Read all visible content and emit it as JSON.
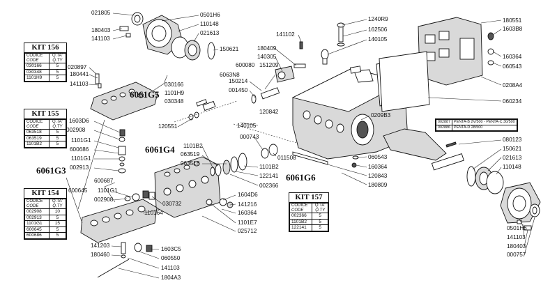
{
  "groups": {
    "g5": "6061G5",
    "g4": "6061G4",
    "g3": "6061G3",
    "g6": "6061G6",
    "n8": "6063N8"
  },
  "parts": {
    "p021805": "021805",
    "p180403a": "180403",
    "p141103a": "141103",
    "p0501H6a": "0501H6",
    "p110148a": "110148",
    "p021613a": "021613",
    "p150621a": "150621",
    "p020897": "020897",
    "p180441": "180441",
    "p141103b": "141103",
    "p030166": "030166",
    "p1101H9": "1101H9",
    "p030348": "030348",
    "p120551": "120551",
    "p1603D6": "1603D6",
    "p002908a": "002908",
    "p1101G1a": "1101G1",
    "p600686": "600686",
    "p1101G1b": "1101G1",
    "p002913": "002913",
    "p600645": "600645",
    "p600687": "600687",
    "p1101G1c": "1101G1",
    "p002908b": "002908",
    "p030732": "030732",
    "p110164": "110164",
    "p1101B2a": "1101B2",
    "p063519": "063519",
    "p063518": "063518",
    "p1101B2b": "1101B2",
    "p122141": "122141",
    "p002366": "002366",
    "p1604D6": "1604D6",
    "p141216": "141216",
    "p160364a": "160364",
    "p1101E7": "1101E7",
    "p025712": "025712",
    "p141203": "141203",
    "p180460": "180460",
    "p1603C5": "1603C5",
    "p060550": "060550",
    "p141103c": "141103",
    "p1804A3": "1804A3",
    "p180409": "180409",
    "p140305": "140305",
    "p600080": "600080",
    "p151209": "151209",
    "p150214": "150214",
    "p001450": "001450",
    "p141102": "141102",
    "p120842": "120842",
    "p140105a": "140105",
    "p000743": "000743",
    "p011508": "011508",
    "p1240R9": "1240R9",
    "p162506": "162506",
    "p140105b": "140105",
    "p020983": "0209B3",
    "p060543a": "060543",
    "p160364b": "160364",
    "p120843": "120843",
    "p180809": "180809",
    "p180551": "180551",
    "p1603B8": "1603B8",
    "p160364c": "160364",
    "p060543b": "060543",
    "p0208A4": "0208A4",
    "p060234": "060234",
    "p080123": "080123",
    "p150621b": "150621",
    "p021613b": "021613",
    "p110148b": "110148",
    "p0501H6b": "0501H6",
    "p141103d": "141103",
    "p180403b": "180403",
    "p000757": "000757"
  },
  "shaft_note": {
    "rows": [
      {
        "code": "002887",
        "desc": "PENTA-B 2V/500 - PENTA-C 30/500"
      },
      {
        "code": "002886",
        "desc": "PENTA-D 28/500"
      }
    ]
  },
  "kits": {
    "headers": {
      "codice": "CODICE",
      "code": "CODE",
      "qta": "Q.TA'",
      "qty": "Q.TY"
    },
    "k156": {
      "title": "KIT 156",
      "rows": [
        {
          "code": "030166",
          "qty": "5"
        },
        {
          "code": "030348",
          "qty": "5"
        },
        {
          "code": "1101H9",
          "qty": "5"
        }
      ]
    },
    "k155": {
      "title": "KIT 155",
      "rows": [
        {
          "code": "063518",
          "qty": "5"
        },
        {
          "code": "063519",
          "qty": "5"
        },
        {
          "code": "1101B2",
          "qty": "5"
        }
      ]
    },
    "k154": {
      "title": "KIT 154",
      "rows": [
        {
          "code": "002908",
          "qty": "10"
        },
        {
          "code": "002913",
          "qty": "5"
        },
        {
          "code": "1101G1",
          "qty": "15"
        },
        {
          "code": "600645",
          "qty": "5"
        },
        {
          "code": "600686",
          "qty": "5"
        }
      ]
    },
    "k157": {
      "title": "KIT 157",
      "rows": [
        {
          "code": "002366",
          "qty": "5"
        },
        {
          "code": "1101B2",
          "qty": "5"
        },
        {
          "code": "122141",
          "qty": "5"
        }
      ]
    }
  }
}
